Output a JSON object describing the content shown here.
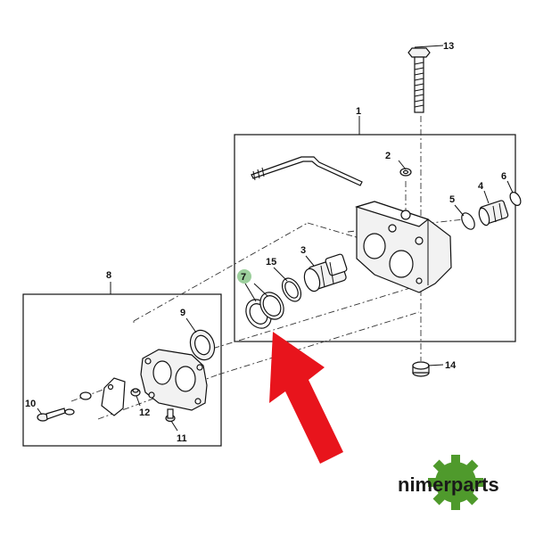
{
  "callouts": {
    "c1": "1",
    "c2": "2",
    "c3": "3",
    "c4": "4",
    "c5": "5",
    "c6": "6",
    "c7": "7",
    "c8": "8",
    "c9": "9",
    "c10": "10",
    "c11": "11",
    "c12": "12",
    "c13": "13",
    "c14": "14",
    "c15": "15"
  },
  "highlight": {
    "callout": "7",
    "badge_color": "#9ccf9c",
    "arrow_color": "#e8141c"
  },
  "brand": {
    "name": "nimerparts",
    "gear_color": "#4f9a2c"
  }
}
